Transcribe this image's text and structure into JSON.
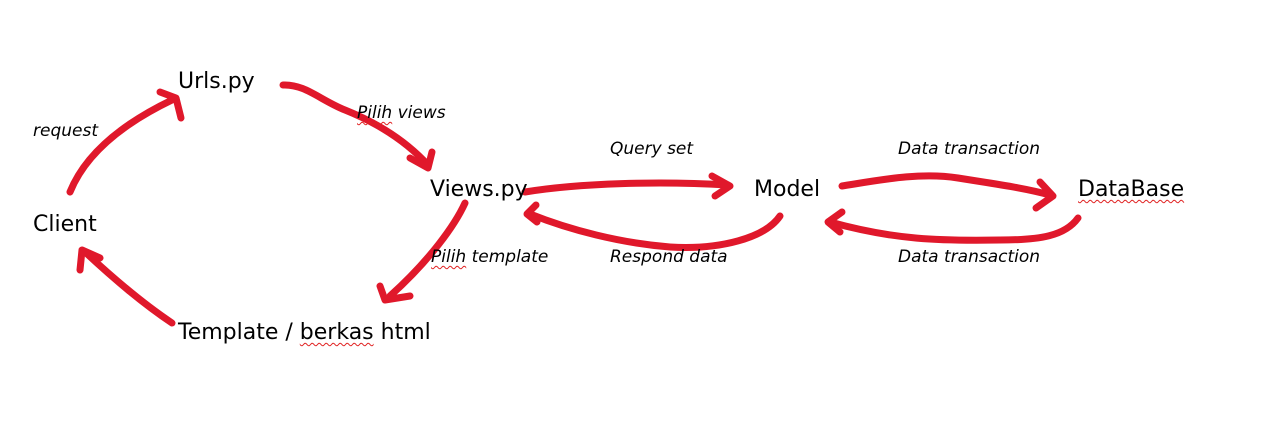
{
  "nodes": {
    "urls": "Urls.py",
    "views": "Views.py",
    "model": "Model",
    "database": "DataBase",
    "client": "Client",
    "template_prefix": "Template / ",
    "template_word": "berkas",
    "template_suffix": " html"
  },
  "labels": {
    "request": "request",
    "pilih_word": "Pilih",
    "pilih_views_rest": " views",
    "pilih_template_rest": " template",
    "query_set": "Query set",
    "respond_data": "Respond data",
    "data_transaction_top": "Data transaction",
    "data_transaction_bottom": "Data transaction"
  },
  "colors": {
    "arrow": "#e0182b",
    "text": "#000000",
    "spellcheck_underline": "#e02020"
  }
}
